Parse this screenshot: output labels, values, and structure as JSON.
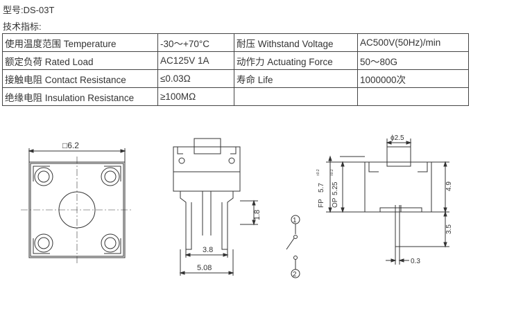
{
  "header": {
    "model": "型号:DS-03T",
    "specs_label": "技术指标:"
  },
  "spec_table": {
    "rows": [
      [
        "使用温度范围 Temperature",
        "-30～+70°C",
        "耐压 Withstand Voltage",
        "AC500V(50Hz)/min"
      ],
      [
        "额定负荷 Rated Load",
        "AC125V 1A",
        "动作力 Actuating Force",
        "50～80G"
      ],
      [
        "接触电阻 Contact Resistance",
        "≤0.03Ω",
        "寿命 Life",
        "1000000次"
      ],
      [
        "绝缘电阻 Insulation Resistance",
        "≥100MΩ",
        "",
        ""
      ]
    ]
  },
  "drawing": {
    "top_view": {
      "dim_width": "□6.2"
    },
    "front_view": {
      "dim_inner": "3.8",
      "dim_outer": "5.08",
      "dim_leg": "1.8"
    },
    "schematic": {
      "pin1": "1",
      "pin2": "2"
    },
    "side_view": {
      "dim_stem": "ϕ2.5",
      "dim_height": "4.9",
      "dim_leg": "3.5",
      "dim_thick": "0.3",
      "fp_label": "FP",
      "fp_value": "5.7",
      "fp_tol": "±0.2",
      "op_label": "OP",
      "op_value": "5.25",
      "op_tol": "±0.2"
    }
  }
}
